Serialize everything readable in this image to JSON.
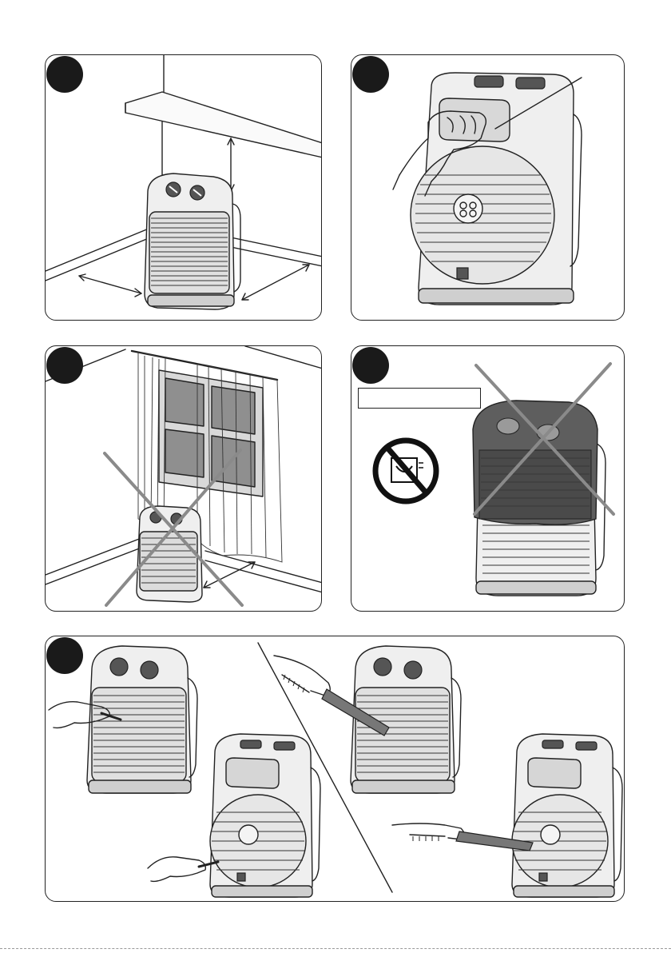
{
  "figure": {
    "steps": [
      {
        "id": 1,
        "name": "clearance-from-walls-and-shelf",
        "allowed": true
      },
      {
        "id": 2,
        "name": "carry-by-handle",
        "allowed": true
      },
      {
        "id": 3,
        "name": "not-near-curtains",
        "allowed": false
      },
      {
        "id": 4,
        "name": "do-not-cover",
        "allowed": false
      },
      {
        "id": 5,
        "name": "cleaning-with-brush",
        "allowed": true
      }
    ],
    "step4_label_text": "",
    "colors": {
      "ink": "#222222",
      "badge": "#1a1a1a",
      "cross": "#8a8a8a",
      "shade": "#555555"
    }
  }
}
